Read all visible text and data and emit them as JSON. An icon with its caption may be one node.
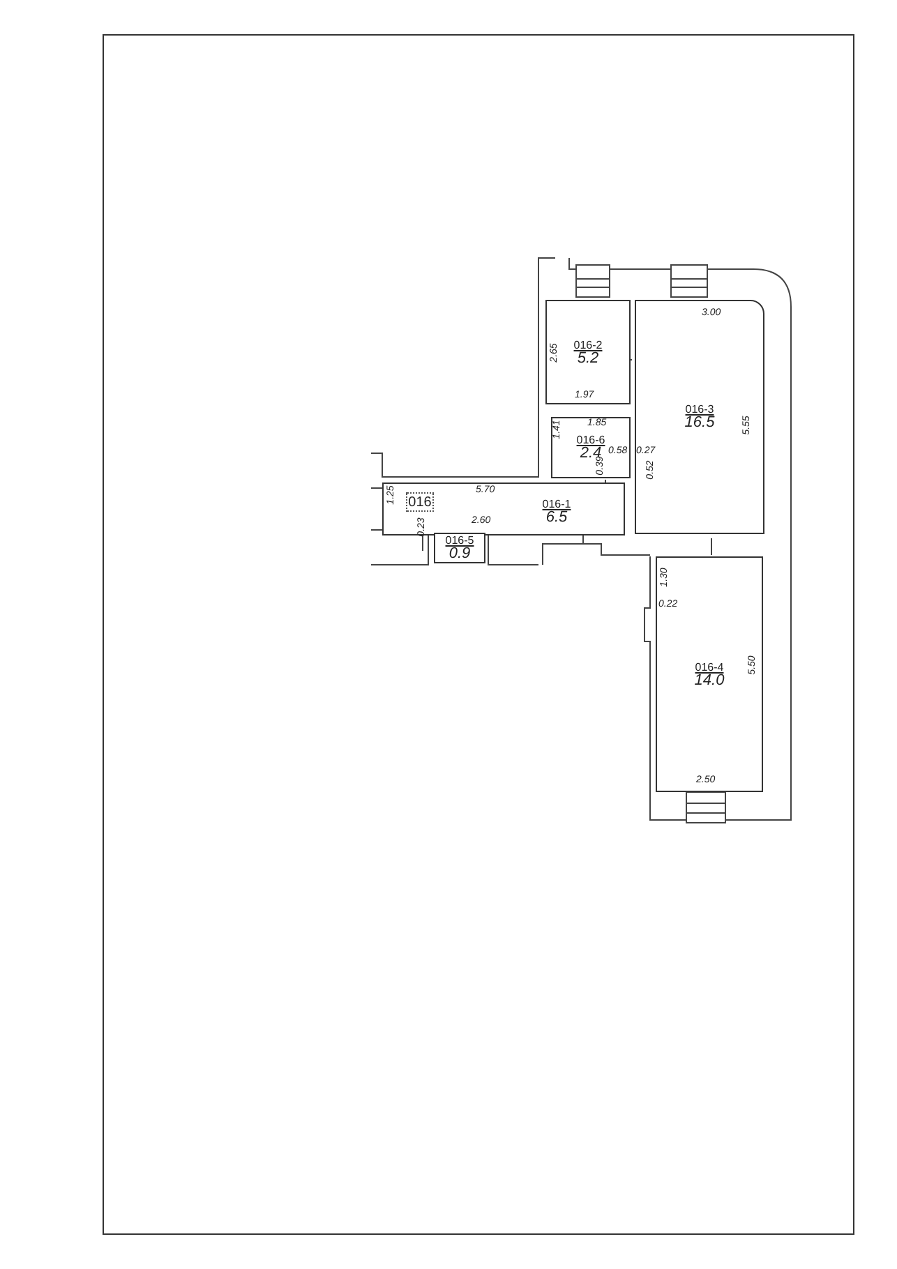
{
  "diagram": {
    "nodes": [
      {
        "text": [
          "016-2",
          "5.2"
        ]
      },
      {
        "text": [
          "016-3",
          "16.5"
        ]
      },
      {
        "text": [
          "016-6",
          "2.4"
        ]
      },
      {
        "text": [
          "016-1",
          "6.5"
        ]
      },
      {
        "text": [
          "016"
        ],
        "in": 3
      },
      {
        "text": [
          "016-5",
          "0.9"
        ]
      },
      {
        "text": [
          "016-4",
          "14.0"
        ]
      }
    ],
    "labels": [
      "3.00",
      "2.65",
      "1.97",
      "5.55",
      "1.41",
      "1.85",
      "0.58",
      "0.27",
      "0.39",
      "0.52",
      "1.25",
      "5.70",
      "0.23",
      "2.60",
      "1.30",
      "0.22",
      "5.50",
      "2.50"
    ]
  }
}
